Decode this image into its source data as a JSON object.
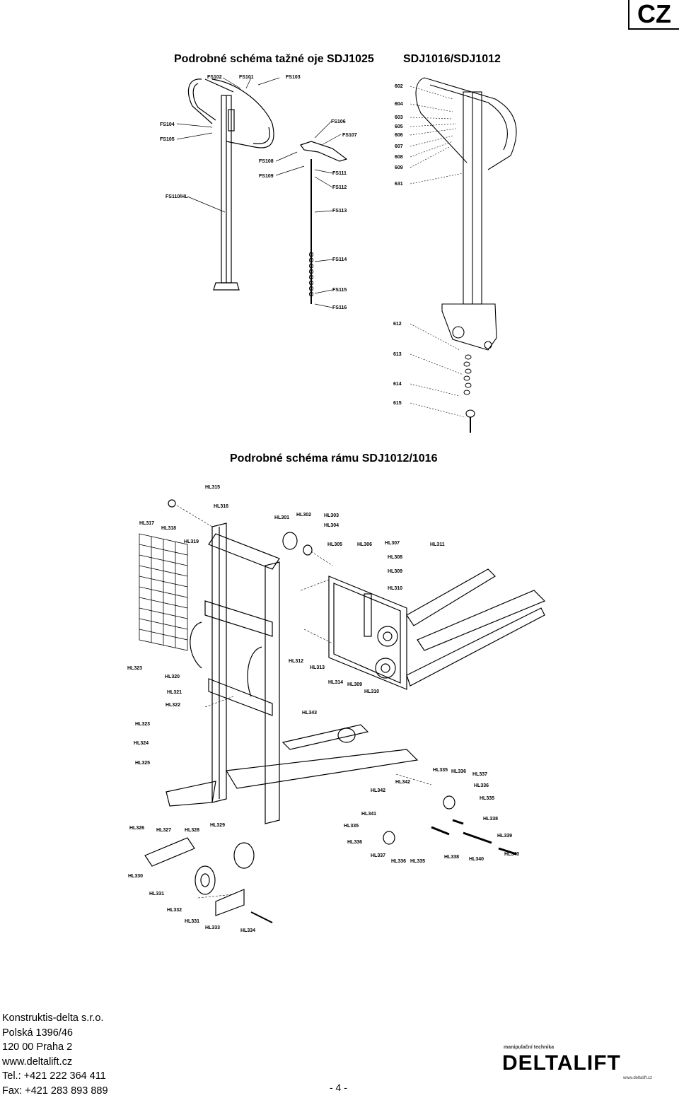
{
  "lang": "CZ",
  "titles": {
    "drawbar_a": "Podrobné schéma tažné oje SDJ1025",
    "drawbar_b": "SDJ1016/SDJ1012",
    "frame": "Podrobné schéma rámu SDJ1012/1016"
  },
  "drawbar_a_labels": [
    "FS102",
    "FS101",
    "FS103",
    "FS104",
    "FS105",
    "FS106",
    "FS107",
    "FS108",
    "FS109",
    "FS111",
    "FS112",
    "FS110/HL",
    "FS113",
    "FS114",
    "FS115",
    "FS116"
  ],
  "drawbar_b_labels": [
    "602",
    "604",
    "603",
    "605",
    "606",
    "607",
    "608",
    "609",
    "631",
    "612",
    "613",
    "614",
    "615"
  ],
  "frame_labels": [
    "HL315",
    "HL316",
    "HL317",
    "HL318",
    "HL319",
    "HL301",
    "HL302",
    "HL303",
    "HL304",
    "HL305",
    "HL306",
    "HL307",
    "HL308",
    "HL309",
    "HL310",
    "HL311",
    "HL312",
    "HL313",
    "HL314",
    "HL309",
    "HL310",
    "HL323",
    "HL320",
    "HL321",
    "HL322",
    "HL343",
    "HL323",
    "HL324",
    "HL325",
    "HL335",
    "HL336",
    "HL337",
    "HL336",
    "HL335",
    "HL342",
    "HL342",
    "HL338",
    "HL341",
    "HL335",
    "HL339",
    "HL336",
    "HL337",
    "HL336",
    "HL335",
    "HL338",
    "HL340",
    "HL340",
    "HL326",
    "HL327",
    "HL328",
    "HL329",
    "HL330",
    "HL331",
    "HL332",
    "HL331",
    "HL333",
    "HL334"
  ],
  "company": {
    "name": "Konstruktis-delta s.r.o.",
    "street": "Polská 1396/46",
    "city": "120 00 Praha 2",
    "web": "www.deltalift.cz",
    "tel": "Tel.: +421 222 364 411",
    "fax": "Fax: +421 283 893 889"
  },
  "logo": {
    "tagline": "manipulační technika",
    "name": "DELTALIFT",
    "url": "www.deltalift.cz"
  },
  "page_number": "- 4 -"
}
